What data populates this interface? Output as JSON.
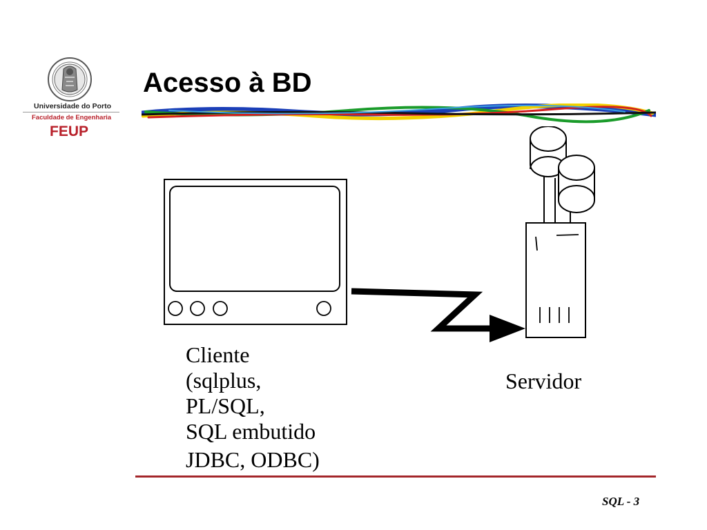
{
  "slide": {
    "title": "Acesso à BD",
    "number": "SQL - 3"
  },
  "logo": {
    "university": "Universidade do Porto",
    "faculty": "Faculdade de Engenharia",
    "acronym": "FEUP"
  },
  "diagram": {
    "client_label_lines": [
      "Cliente",
      "(sqlplus,",
      "PL/SQL,",
      "SQL embutido",
      "JDBC, ODBC)"
    ],
    "server_label": "Servidor"
  },
  "colors": {
    "footer_rule": "#a3262a",
    "logo_red": "#b8202a"
  }
}
